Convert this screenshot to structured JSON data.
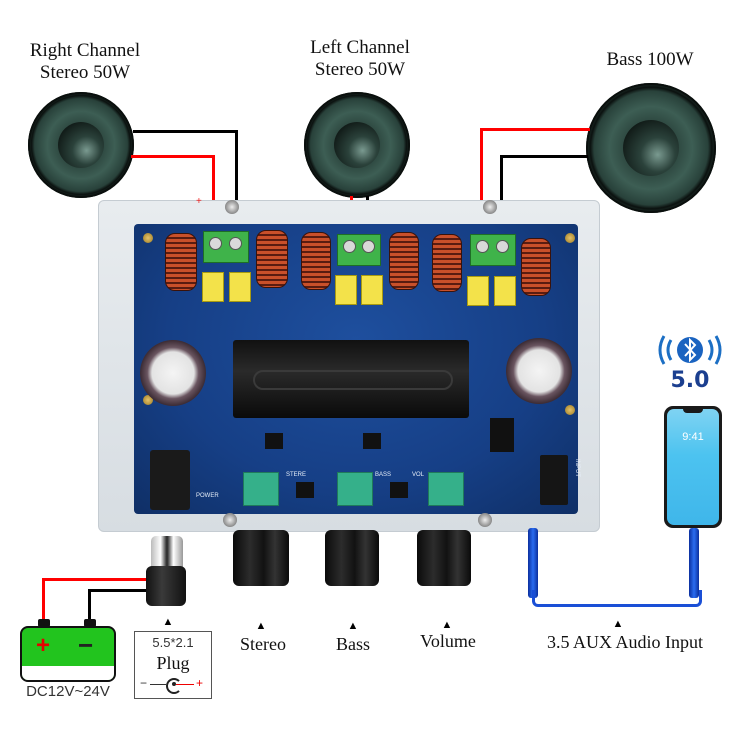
{
  "speakers": [
    {
      "title_line1": "Right Channel",
      "title_line2": "Stereo 50W"
    },
    {
      "title_line1": "Left Channel",
      "title_line2": "Stereo 50W"
    },
    {
      "title_line1": "Bass 100W",
      "title_line2": ""
    }
  ],
  "board": {
    "silk_power": "POWER",
    "silk_stereo": "STERE",
    "silk_bass": "BASS",
    "silk_vol": "VOL",
    "silk_input": "INPUT",
    "plus_mark": "+"
  },
  "bluetooth": {
    "version": "5.0",
    "icon": "bluetooth-icon"
  },
  "phone": {
    "time": "9:41"
  },
  "controls": [
    {
      "marker": "▲",
      "label": "Stereo"
    },
    {
      "marker": "▲",
      "label": "Bass"
    },
    {
      "marker": "▲",
      "label": "Volume"
    }
  ],
  "aux": {
    "marker": "▲",
    "label": "3.5 AUX Audio Input"
  },
  "power": {
    "battery_plus": "+",
    "battery_minus": "−",
    "battery_label": "DC12V~24V",
    "plug_marker": "▲",
    "plug_size": "5.5*2.1",
    "plug_label": "Plug",
    "polarity_minus": "−",
    "polarity_plus": "+"
  },
  "colors": {
    "wire_positive": "#ff0000",
    "wire_negative": "#000000",
    "pcb": "#163f86",
    "battery": "#22c41e",
    "aux_cable": "#1a4fd6",
    "phone_screen": "#4cc3f0"
  }
}
